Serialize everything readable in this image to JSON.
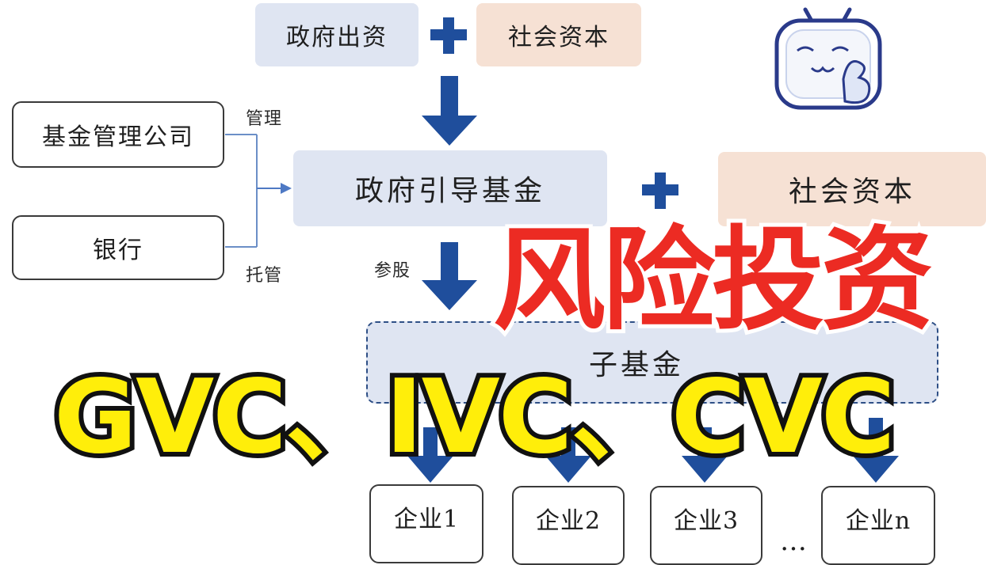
{
  "top": {
    "gov_capital": "政府出资",
    "social_capital": "社会资本",
    "plus": "+"
  },
  "left": {
    "fund_mgmt_company": "基金管理公司",
    "bank": "银行",
    "label_manage": "管理",
    "label_custody": "托管"
  },
  "middle": {
    "gov_guide_fund": "政府引导基金",
    "social_capital": "社会资本",
    "plus": "+",
    "label_equity": "参股",
    "sub_fund": "子基金"
  },
  "enterprises": [
    "企业1",
    "企业2",
    "企业3",
    "企业n"
  ],
  "ellipsis": "…",
  "overlay": {
    "red_title": "风险投资",
    "yellow_title": "GVC、IVC、CVC"
  },
  "colors": {
    "arrow_blue": "#1f4e9c",
    "box_blue": "#dfe5f2",
    "box_peach": "#f6e1d4",
    "overlay_red": "#ec2b23",
    "overlay_yellow": "#ffee0a"
  }
}
